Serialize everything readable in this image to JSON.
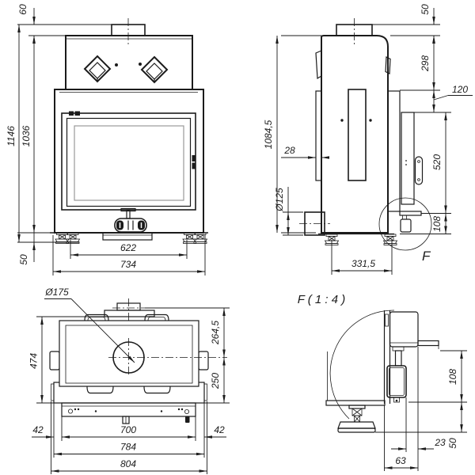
{
  "front_view": {
    "dims": {
      "stub_height": "60",
      "overall_height": "1146",
      "body_height": "1036",
      "foot_height": "50",
      "feet_spacing": "622",
      "overall_width": "734"
    }
  },
  "side_view": {
    "dims": {
      "stub_height": "50",
      "hood_depth": "298",
      "shield_offset": "120",
      "overall_height": "1084,5",
      "door_offset": "28",
      "pipe_diameter": "Ø125",
      "lever_height": "520",
      "damper_height": "108",
      "feet_spacing": "331,5"
    },
    "detail_marker": "F"
  },
  "top_view": {
    "dims": {
      "flue_diameter": "Ø175",
      "overall_depth": "474",
      "flue_center_offset": "264,5",
      "front_offset": "250",
      "left_margin": "42",
      "inner_width": "700",
      "right_margin": "42",
      "platform_width": "784",
      "overall_width": "804"
    }
  },
  "detail_f": {
    "title": "F ( 1 : 4 )",
    "dims": {
      "damper_span": "108",
      "foot_height": "50",
      "lever_offset": "23",
      "bracket_depth": "63"
    }
  }
}
